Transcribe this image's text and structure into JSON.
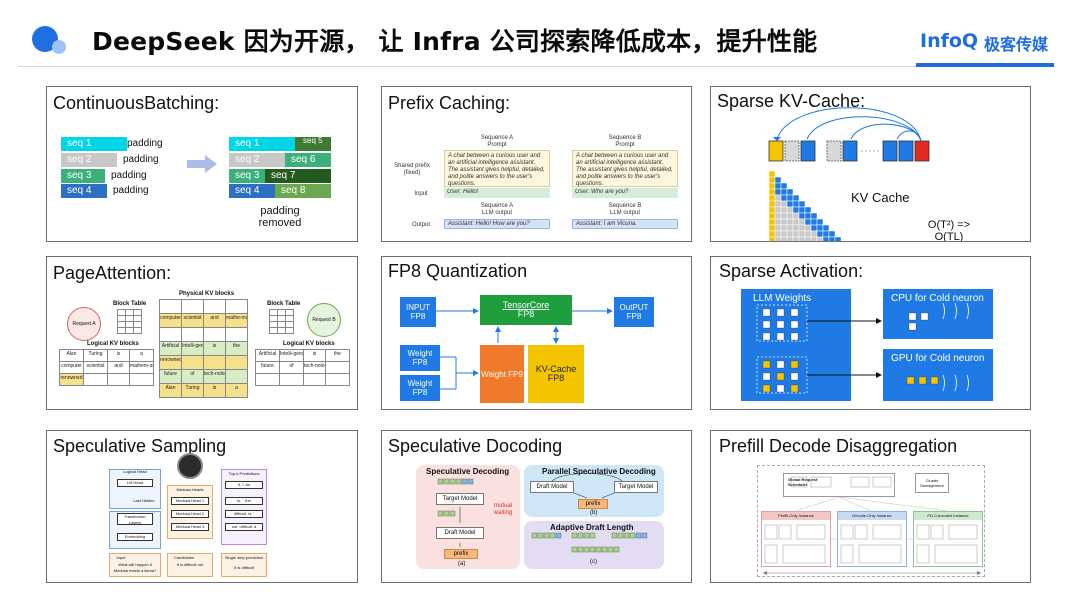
{
  "header": {
    "title": "DeepSeek 因为开源， 让 Infra 公司探索降低成本，提升性能",
    "logo": "InfoQ",
    "logo_sub": "极客传媒"
  },
  "colors": {
    "brand_blue": "#1d6ce0",
    "cyan": "#00d6e8",
    "green": "#3bb07a",
    "dark_green": "#3e7a34",
    "orange": "#f07a2a",
    "yellow": "#f5c400",
    "red": "#e22a20"
  },
  "panels": {
    "continuous_batching": {
      "title": "ContinuousBatching:",
      "left": [
        {
          "seq": "seq 1",
          "pad": "padding"
        },
        {
          "seq": "seq 2",
          "pad": "padding"
        },
        {
          "seq": "seq 3",
          "pad": "padding"
        },
        {
          "seq": "seq 4",
          "pad": "padding"
        }
      ],
      "right": [
        {
          "seq": "seq 1",
          "next": "seq 5"
        },
        {
          "seq": "seq 2",
          "next": "seq 6"
        },
        {
          "seq": "seq 3",
          "next": "seq 7"
        },
        {
          "seq": "seq 4",
          "next": "seq 8"
        }
      ],
      "caption": "padding removed"
    },
    "prefix_caching": {
      "title": "Prefix Caching:",
      "seq_a": {
        "head": "Sequence A",
        "head2": "Prompt",
        "llm": "Sequence A",
        "llm2": "LLM output",
        "user": "User: Hello!",
        "output": "Assistant: Hello! How are you?"
      },
      "seq_b": {
        "head": "Sequence B",
        "head2": "Prompt",
        "llm": "Sequence B",
        "llm2": "LLM output",
        "user": "User: Who are you?",
        "output": "Assistant: I am Vicuna."
      },
      "system_text": "A chat between a curious user and an artificial intelligence assistant. The assistant gives helpful, detailed, and polite answers to the user's questions.",
      "label_shared": "Shared prefix",
      "label_fixed": "(fixed)",
      "label_input": "Input",
      "label_output": "Output"
    },
    "sparse_kv": {
      "title": "Sparse KV-Cache:",
      "label": "KV  Cache",
      "complexity": "O(T²) => O(TL)"
    },
    "page_attention": {
      "title": "PageAttention:",
      "physical": "Physical KV blocks",
      "block_table": "Block Table",
      "block_table_b": "Block Table",
      "request_a": "Request A",
      "request_b": "Request B",
      "logical_a": "Logical KV blocks",
      "logical_b": "Logical KV blocks",
      "logical_a_rows": [
        [
          "Alan",
          "Turing",
          "is",
          "a"
        ],
        [
          "computer",
          "scientist",
          "and",
          "mathem-atician"
        ],
        [
          "renowned",
          "",
          "",
          ""
        ]
      ],
      "logical_b_rows": [
        [
          "Artificial",
          "Intelli-gence",
          "is",
          "the"
        ],
        [
          "future",
          "of",
          "tech-nology",
          ""
        ],
        [
          "",
          "",
          "",
          ""
        ]
      ],
      "physical_rows": [
        [
          "",
          "",
          "",
          ""
        ],
        [
          "computer",
          "scientist",
          "and",
          "mathe-matician"
        ],
        [
          "",
          "",
          "",
          ""
        ],
        [
          "Artificial",
          "Intelli-gence",
          "is",
          "the"
        ],
        [
          "renowned",
          "",
          "",
          ""
        ],
        [
          "future",
          "of",
          "tech-nology",
          ""
        ],
        [
          "Alan",
          "Turing",
          "is",
          "a"
        ]
      ]
    },
    "fp8": {
      "title": "FP8 Quantization",
      "input": "INPUT FP8",
      "tensor_core": "TensorCore",
      "tensor_fp": "FP8",
      "output": "OutPUT FP8",
      "weight1": "Weight FP8",
      "weight2": "Weight FP8",
      "weight9": "Weight FP9",
      "kv": "KV-Cache FP8"
    },
    "sparse_activation": {
      "title": "Sparse Activation:",
      "llm_weights": "LLM Weights",
      "cpu": "CPU for Cold neuron",
      "gpu": "GPU for Cold neuron"
    },
    "speculative_sampling": {
      "title": "Speculative Sampling",
      "logical_head": "Logical Head",
      "lm_head": "LM Head",
      "last_hidden": "Last Hidden",
      "medusa_heads_title": "Medusa Heads",
      "medusa": [
        "Medusa Head 1",
        "Medusa Head 2",
        "Medusa Head 3"
      ],
      "transformer": "Transformer Layers",
      "embedding": "Embedding",
      "top_predictions": "Top-k Predictions",
      "preds": [
        "It, I, As",
        "is, ', the",
        "difficult, is, '",
        "not, difficult, a"
      ],
      "input_label": "Input",
      "input_text": "What will happen if Medusa meets a llama?",
      "candidates": "Candidates",
      "cand_text": "It is difficult not",
      "single_step": "Single step prediction",
      "single_text": "It is difficult"
    },
    "speculative_decoding": {
      "title": "Speculative Docoding",
      "left_title": "Speculative Decoding",
      "target": "Target Model",
      "mutual": "mutual waiting",
      "draft": "Draft Model",
      "prefix": "prefix",
      "label_a": "(a)",
      "right_title": "Parallel Speculative Decoding",
      "draft_model": "Draft Model",
      "target_model": "Target Model",
      "prefix_b": "prefix",
      "label_b": "(b)",
      "adaptive": "Adaptive Draft Length",
      "label_c": "(c)"
    },
    "prefill_decode": {
      "title": "Prefill Decode Disaggregation",
      "global": "Global Request Scheduler",
      "cluster": "Cluster Management",
      "prefill": "Prefill-Only Instance",
      "decode": "Decode-Only Instance",
      "colocated": "PD-Colocated Instance"
    }
  }
}
